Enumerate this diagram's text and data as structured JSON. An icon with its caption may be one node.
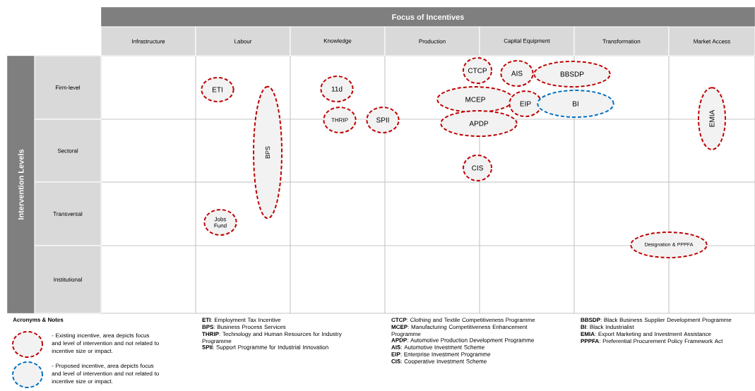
{
  "diagram": {
    "nodes": [
      {
        "text": [
          "Focus of Incentives"
        ]
      },
      {
        "text": [
          "Infrastructure"
        ]
      },
      {
        "text": [
          "Labour"
        ]
      },
      {
        "text": [
          "Knowledge"
        ]
      },
      {
        "text": [
          "Production"
        ]
      },
      {
        "text": [
          "Capital Equipment"
        ]
      },
      {
        "text": [
          "Transformation"
        ]
      },
      {
        "text": [
          "Market Access"
        ]
      },
      {
        "text": [
          "Intervention Levels"
        ]
      },
      {
        "text": [
          "Firm-level"
        ]
      },
      {
        "text": [
          "Sectoral"
        ]
      },
      {
        "text": [
          "Transversal"
        ]
      },
      {
        "text": [
          "Institutional"
        ]
      },
      {
        "text": [
          "CTCP"
        ]
      },
      {
        "text": [
          "AIS"
        ]
      },
      {
        "text": [
          "BBSDP"
        ]
      },
      {
        "text": [
          "ETI"
        ]
      },
      {
        "text": [
          "11d"
        ]
      },
      {
        "text": [
          "MCEP"
        ]
      },
      {
        "text": [
          "EIP"
        ]
      },
      {
        "text": [
          "BI"
        ]
      },
      {
        "text": [
          "BPS"
        ]
      },
      {
        "text": [
          "THRIP"
        ]
      },
      {
        "text": [
          "SPII"
        ]
      },
      {
        "text": [
          "EMIA"
        ]
      },
      {
        "text": [
          "APDP"
        ]
      },
      {
        "text": [
          "CIS"
        ]
      },
      {
        "text": [
          "Jobs Fund"
        ]
      },
      {
        "text": [
          "Designation & PPPFA"
        ]
      }
    ],
    "labels": [
      "Acronyms & Notes",
      "**ETI**: Employment Tax Incentive",
      "**BPS**: Business Process Services",
      "**THRIP**: Technology and Human Resources for Industry Programme",
      "**SPII**: Support Programme for Industrial Innovation",
      "**CTCP**: Clothing and Textile Competitiveness Programme",
      "**MCEP**: Manufacturing Competitiveness Enhancement Programme",
      "**APDP**: Automotive Production Development Programme",
      "**AIS**: Automotive Investment Scheme",
      "**EIP**: Enterprise Investment Programme",
      "**CIS**: Cooperative Investment Scheme",
      "**BBSDP**: Black Business Supplier Development Programme",
      "**BI**: Black Industrialist",
      "**EMIA**: Export Marketing and Investment Assistance",
      "**PPPFA**: Preferential Procurement Policy Framework Act"
    ],
    "legend": [
      {
        "text": "- Existing incentive, area depicts focus and level of intervention and not related to incentive size or impact."
      },
      {
        "text": "- Proposed incentive, area depicts focus and level of intervention and not related to incentive size or impact."
      }
    ]
  }
}
